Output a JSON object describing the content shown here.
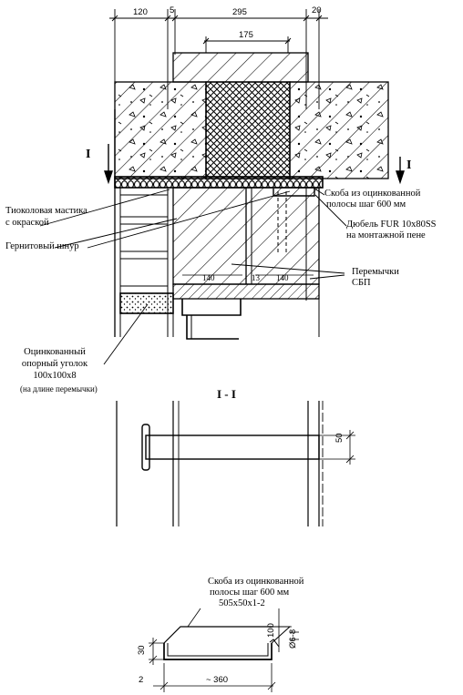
{
  "dimensions_top": {
    "d1": "120",
    "d2": "5",
    "d3": "295",
    "d4": "20",
    "inner": "175"
  },
  "section_marks": {
    "left": "I",
    "right": "I",
    "title": "I - I"
  },
  "labels": {
    "sealant_line1": "Тиоколовая мастика",
    "sealant_line2": "с окраской",
    "gernit_cord": "Гернитовый шнур",
    "bracket_line1": "Скоба из оцинкованной",
    "bracket_line2": "полосы шаг 600 мм",
    "dowel_line1": "Дюбель FUR 10х80SS",
    "dowel_line2": "на монтажной пене",
    "lintels_line1": "Перемычки",
    "lintels_line2": "СБП",
    "angle_line1": "Оцинкованный",
    "angle_line2": "опорный уголок",
    "angle_line3": "100х100х8",
    "angle_line4": "(на длине перемычки)"
  },
  "lintel_dims": {
    "a": "140",
    "b": "13",
    "c": "140"
  },
  "section_dim": "50",
  "detail": {
    "title_line1": "Скоба из оцинкованной",
    "title_line2": "полосы шаг 600 мм",
    "spec": "505х50х1-2",
    "dim_height": "30",
    "dim_100": "100",
    "dim_hole": "Ø6-8",
    "dim_length": "~ 360",
    "dim_edge": "2"
  }
}
